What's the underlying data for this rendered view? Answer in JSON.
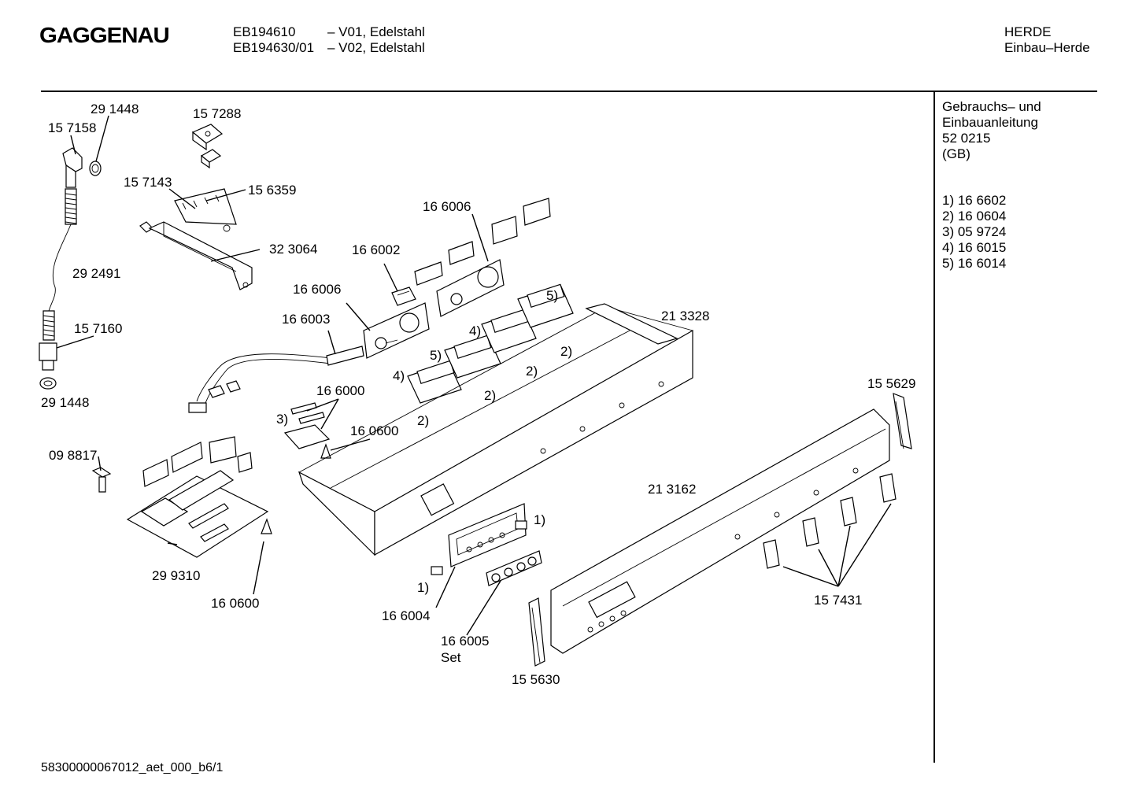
{
  "header": {
    "brand": "GAGGENAU",
    "model_1": "EB194610",
    "variant_1": "– V01, Edelstahl",
    "model_2": "EB194630/01",
    "variant_2": "– V02, Edelstahl",
    "category": "HERDE",
    "subcategory": "Einbau–Herde"
  },
  "sidebar": {
    "manual_line1": "Gebrauchs– und",
    "manual_line2": "Einbauanleitung",
    "manual_number": "52 0215",
    "manual_lang": "(GB)",
    "notes": [
      "1)  16 6602",
      "2)  16 0604",
      "3)  05 9724",
      "4)  16 6015",
      "5)  16 6014"
    ]
  },
  "parts": {
    "p291448_top": "29 1448",
    "p157158": "15 7158",
    "p157288": "15 7288",
    "p157143": "15 7143",
    "p156359": "15 6359",
    "p323064": "32 3064",
    "p292491": "29 2491",
    "p157160": "15 7160",
    "p291448_bottom": "29 1448",
    "p166006_a": "16 6006",
    "p166002": "16 6002",
    "p166006_b": "16 6006",
    "p166003": "16 6003",
    "p213328": "21 3328",
    "n5_a": "5)",
    "n4_a": "4)",
    "n2_a": "2)",
    "n5_b": "5)",
    "n2_b": "2)",
    "n4_b": "4)",
    "n2_c": "2)",
    "n2_d": "2)",
    "p166000": "16 6000",
    "n3": "3)",
    "p160600_a": "16 0600",
    "p098817": "09 8817",
    "p155629": "15 5629",
    "p213162": "21 3162",
    "n1_a": "1)",
    "n1_b": "1)",
    "p299310": "29 9310",
    "p160600_b": "16 0600",
    "p166004": "16 6004",
    "p166005": "16 6005",
    "set": "Set",
    "p155630": "15 5630",
    "p157431": "15 7431"
  },
  "footer": {
    "doc_id": "58300000067012_aet_000_b6/1"
  }
}
